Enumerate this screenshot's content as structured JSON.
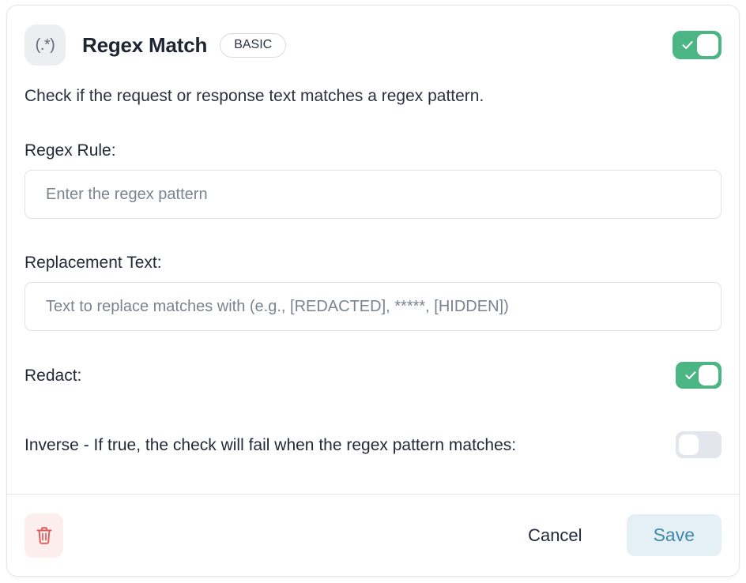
{
  "card": {
    "header": {
      "icon_glyph": "(.*)",
      "icon_name": "regex-icon",
      "title": "Regex Match",
      "badge": "BASIC",
      "enabled_toggle": {
        "state": "on",
        "color": "#4cb584"
      }
    },
    "description": "Check if the request or response text matches a regex pattern.",
    "fields": [
      {
        "label": "Regex Rule:",
        "value": "",
        "placeholder": "Enter the regex pattern"
      },
      {
        "label": "Replacement Text:",
        "value": "",
        "placeholder": "Text to replace matches with (e.g., [REDACTED], *****, [HIDDEN])"
      }
    ],
    "switches": [
      {
        "label": "Redact:",
        "state": "on",
        "color": "#4cb584"
      },
      {
        "label": "Inverse - If true, the check will fail when the regex pattern matches:",
        "state": "off",
        "color": "#e3e6ec"
      }
    ],
    "footer": {
      "delete_icon": "trash-icon",
      "delete_color": "#e05a5a",
      "cancel_label": "Cancel",
      "save_label": "Save",
      "save_bg": "#e4f0f5",
      "save_color": "#3d88ab"
    }
  }
}
